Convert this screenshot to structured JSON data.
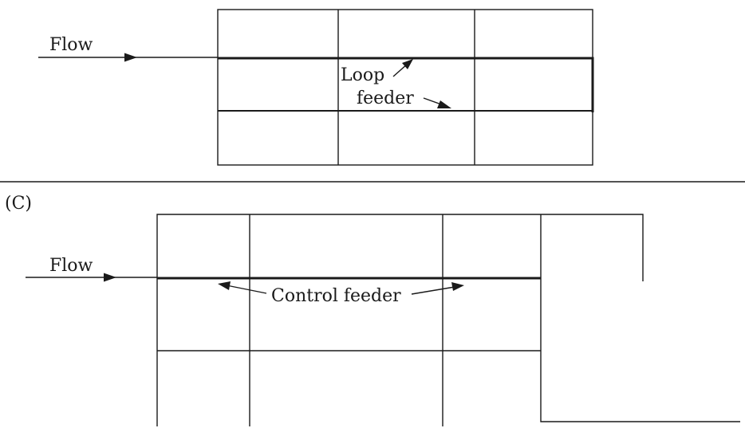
{
  "top_panel": {
    "flow_label": "Flow",
    "loop_label_line1": "Loop",
    "loop_label_line2": "feeder"
  },
  "bottom_panel": {
    "panel_letter": "(C)",
    "flow_label": "Flow",
    "control_feeder_label": "Control feeder"
  },
  "colors": {
    "line": "#1a1a1a",
    "background": "#ffffff"
  }
}
